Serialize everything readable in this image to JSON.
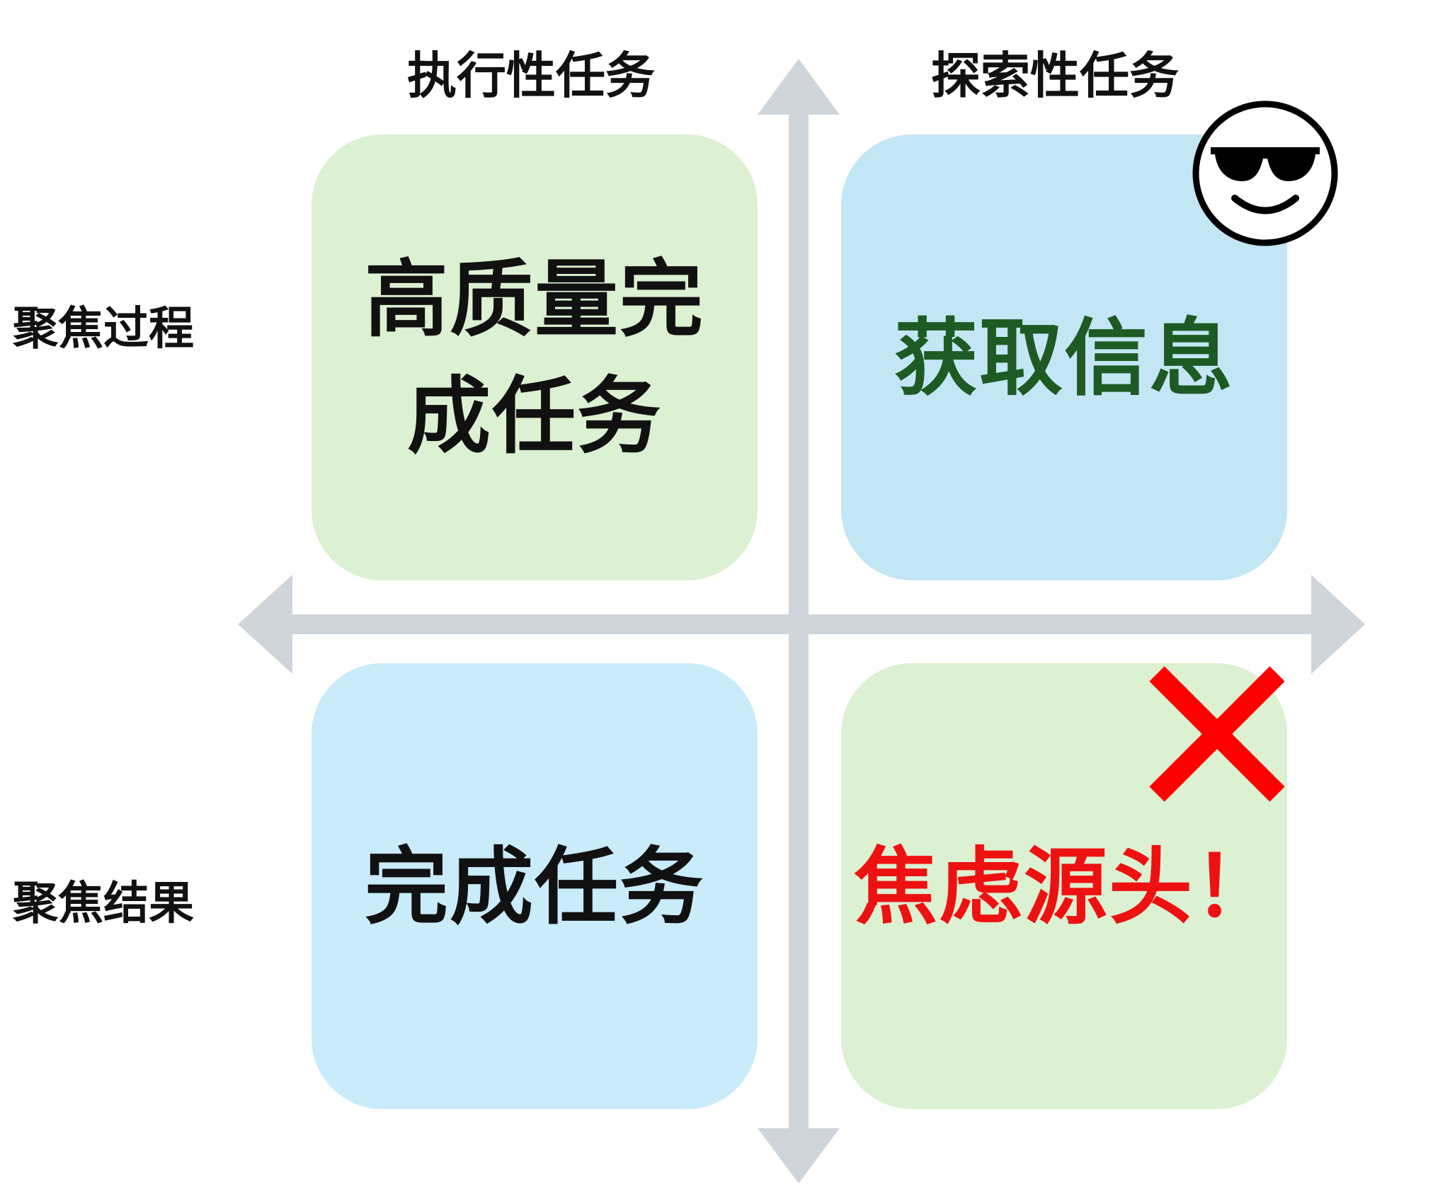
{
  "columns": {
    "left": "执行性任务",
    "right": "探索性任务"
  },
  "rows": {
    "top": "聚焦过程",
    "bottom": "聚焦结果"
  },
  "quadrants": {
    "top_left": {
      "line1": "高质量完",
      "line2": "成任务"
    },
    "top_right": {
      "text": "获取信息"
    },
    "bottom_left": {
      "text": "完成任务"
    },
    "bottom_right": {
      "text": "焦虑源头！"
    }
  },
  "icons": {
    "top_right": "sunglasses-smiley-icon",
    "bottom_right": "red-cross-icon"
  },
  "colors": {
    "axis": "#d0d5dc",
    "green_box": "#dcf0d2",
    "blue_box": "#c3e6f5",
    "green_text": "#1e5a23",
    "red_text": "#ee1111"
  }
}
